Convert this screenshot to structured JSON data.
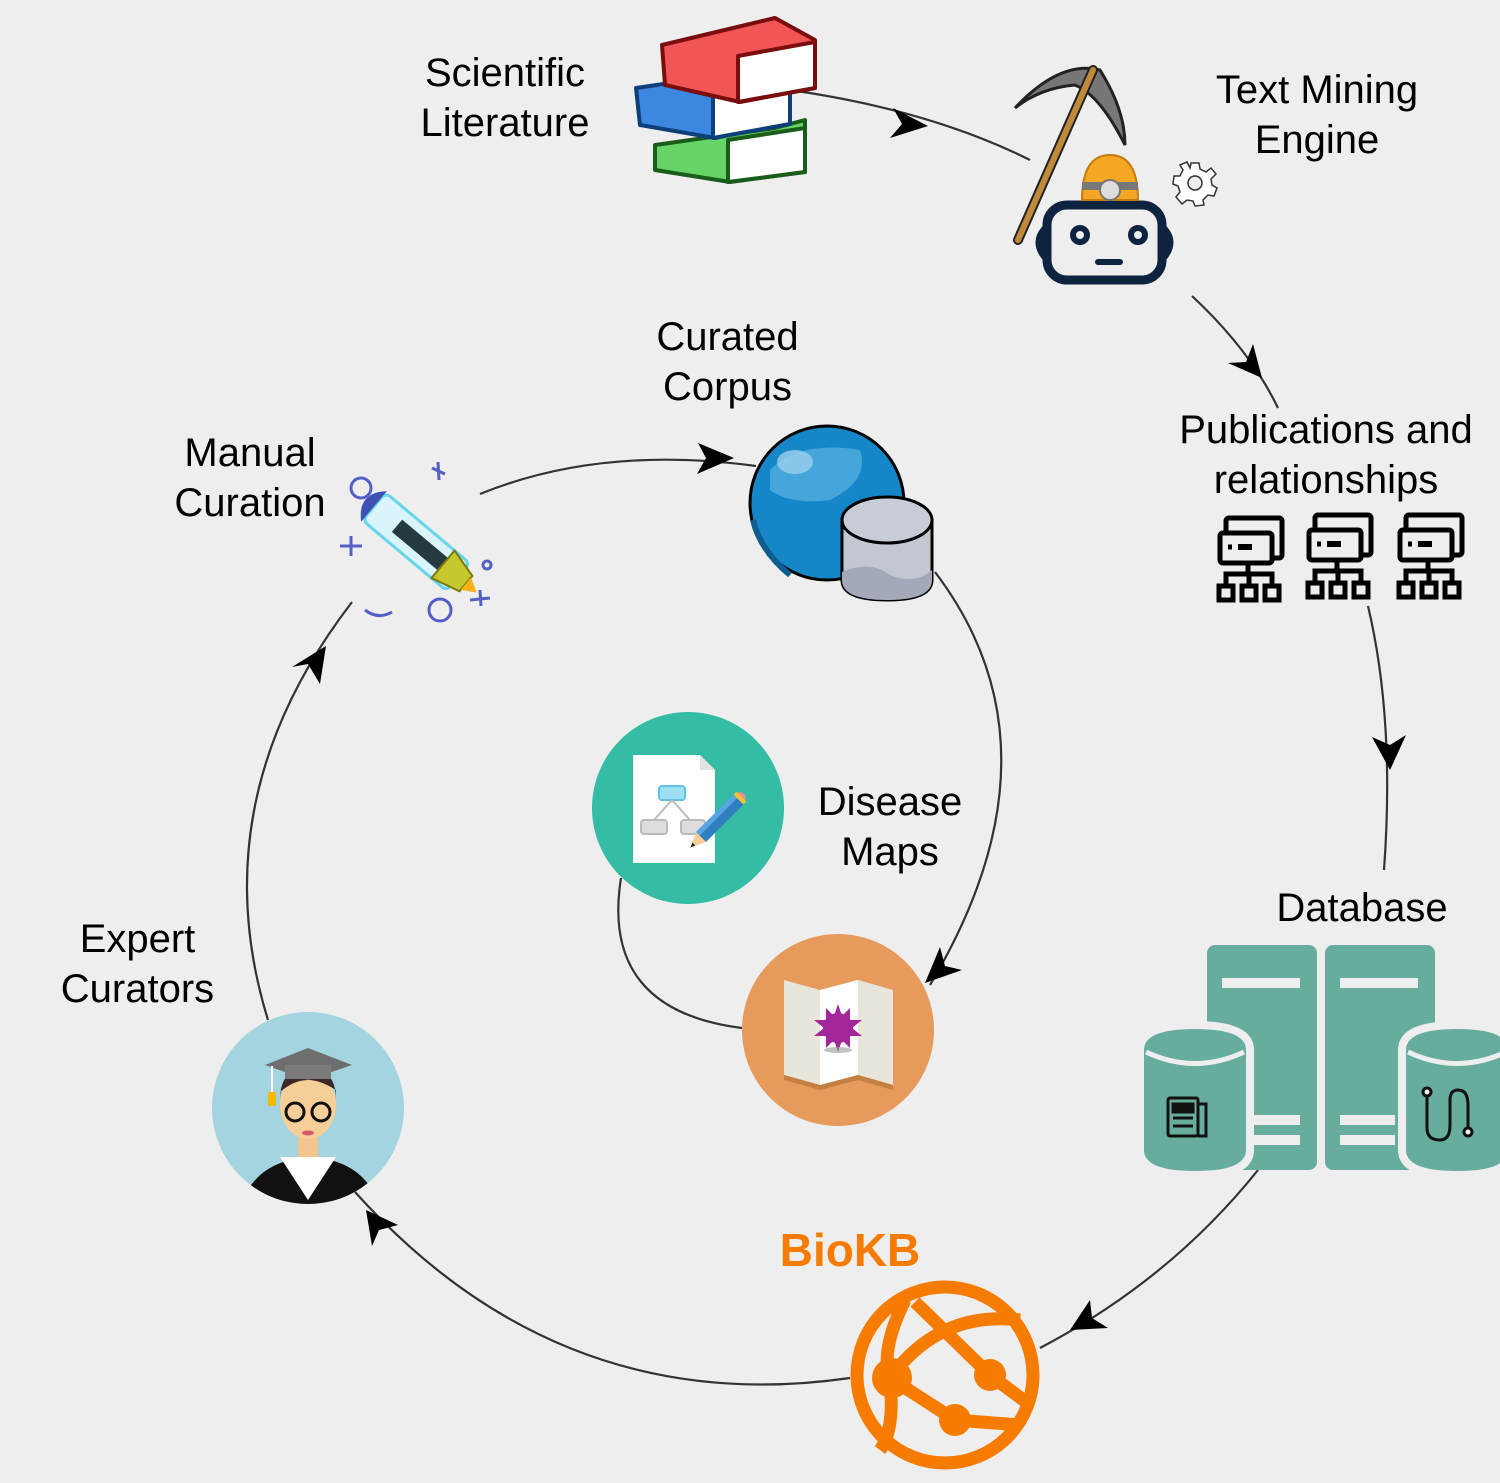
{
  "diagram": {
    "background_color": "#eeeeee",
    "nodes": [
      {
        "id": "scientific-literature",
        "label_lines": [
          "Scientific",
          "Literature"
        ],
        "icon": "books-icon"
      },
      {
        "id": "text-mining-engine",
        "label_lines": [
          "Text Mining",
          "Engine"
        ],
        "icon": "robot-miner-icon"
      },
      {
        "id": "publications-relationships",
        "label_lines": [
          "Publications and",
          "relationships"
        ],
        "icon": "network-hierarchy-icon"
      },
      {
        "id": "database",
        "label_lines": [
          "Database"
        ],
        "icon": "database-servers-icon"
      },
      {
        "id": "biokb",
        "label_lines": [
          "BioKB"
        ],
        "icon": "globe-network-icon",
        "color": "#f57c00"
      },
      {
        "id": "expert-curators",
        "label_lines": [
          "Expert",
          "Curators"
        ],
        "icon": "graduate-avatar-icon"
      },
      {
        "id": "manual-curation",
        "label_lines": [
          "Manual",
          "Curation"
        ],
        "icon": "pen-icon"
      },
      {
        "id": "curated-corpus",
        "label_lines": [
          "Curated",
          "Corpus"
        ],
        "icon": "globe-database-icon"
      },
      {
        "id": "disease-maps",
        "label_lines": [
          "Disease",
          "Maps"
        ],
        "icon": "diagram-edit-icon"
      },
      {
        "id": "disease-map-folded",
        "label_lines": [],
        "icon": "folded-map-virus-icon"
      }
    ],
    "edges": [
      {
        "from": "scientific-literature",
        "to": "text-mining-engine"
      },
      {
        "from": "text-mining-engine",
        "to": "publications-relationships"
      },
      {
        "from": "publications-relationships",
        "to": "database"
      },
      {
        "from": "database",
        "to": "biokb"
      },
      {
        "from": "biokb",
        "to": "expert-curators"
      },
      {
        "from": "expert-curators",
        "to": "manual-curation"
      },
      {
        "from": "manual-curation",
        "to": "curated-corpus"
      },
      {
        "from": "curated-corpus",
        "to": "disease-map-folded"
      },
      {
        "from": "disease-maps",
        "to": "disease-map-folded",
        "arrow": false
      }
    ],
    "colors": {
      "line": "#333333",
      "teal_db": "#67ad9e",
      "biokb_orange": "#f57c00",
      "disease_teal": "#34bca5",
      "map_orange": "#e69a5c",
      "avatar_blue": "#a3d4e0",
      "globe_blue": "#1587c9"
    }
  }
}
